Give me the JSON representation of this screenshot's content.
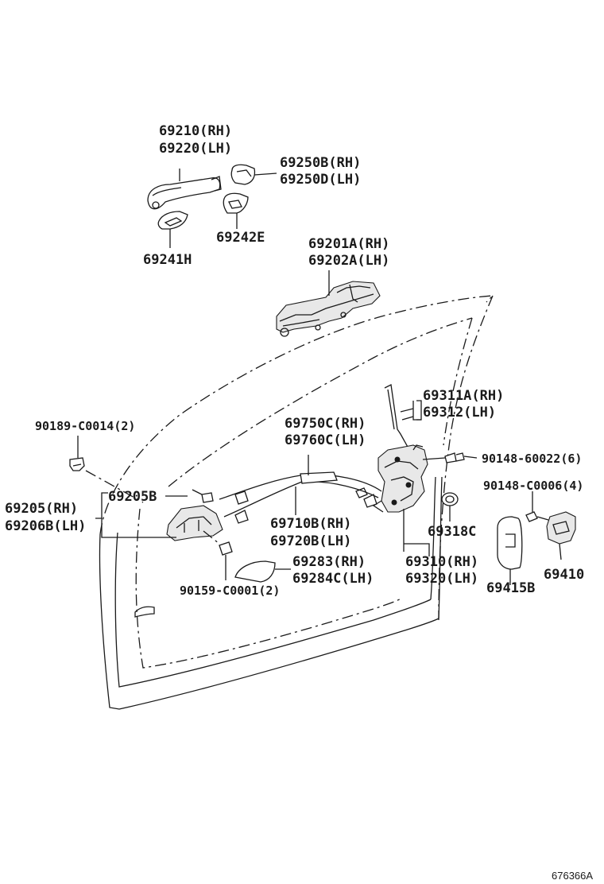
{
  "labels": {
    "handle_outer_rh": "69210(RH)",
    "handle_outer_lh": "69220(LH)",
    "cap_rh": "69250B(RH)",
    "cap_lh": "69250D(LH)",
    "pad_rear": "69242E",
    "pad_front": "69241H",
    "frame_rh": "69201A(RH)",
    "frame_lh": "69202A(LH)",
    "rod_rh": "69311A(RH)",
    "rod_lh": "69312(LH)",
    "cable_clamp_rh": "69750C(RH)",
    "cable_clamp_lh": "69760C(LH)",
    "clip": "90189-C0014(2)",
    "screw_lock": "90148-60022(6)",
    "screw_striker": "90148-C0006(4)",
    "inside_handle_rh": "69205(RH)",
    "inside_handle_lh": "69206B(LH)",
    "inside_handle_b": "69205B",
    "cable_rh": "69710B(RH)",
    "cable_lh": "69720B(LH)",
    "grommet": "69318C",
    "cover_rh": "69283(RH)",
    "cover_lh": "69284C(LH)",
    "lock_rh": "69310(RH)",
    "lock_lh": "69320(LH)",
    "screw_handle": "90159-C0001(2)",
    "striker_pad": "69415B",
    "striker": "69410",
    "diagram_ref": "676366A"
  }
}
